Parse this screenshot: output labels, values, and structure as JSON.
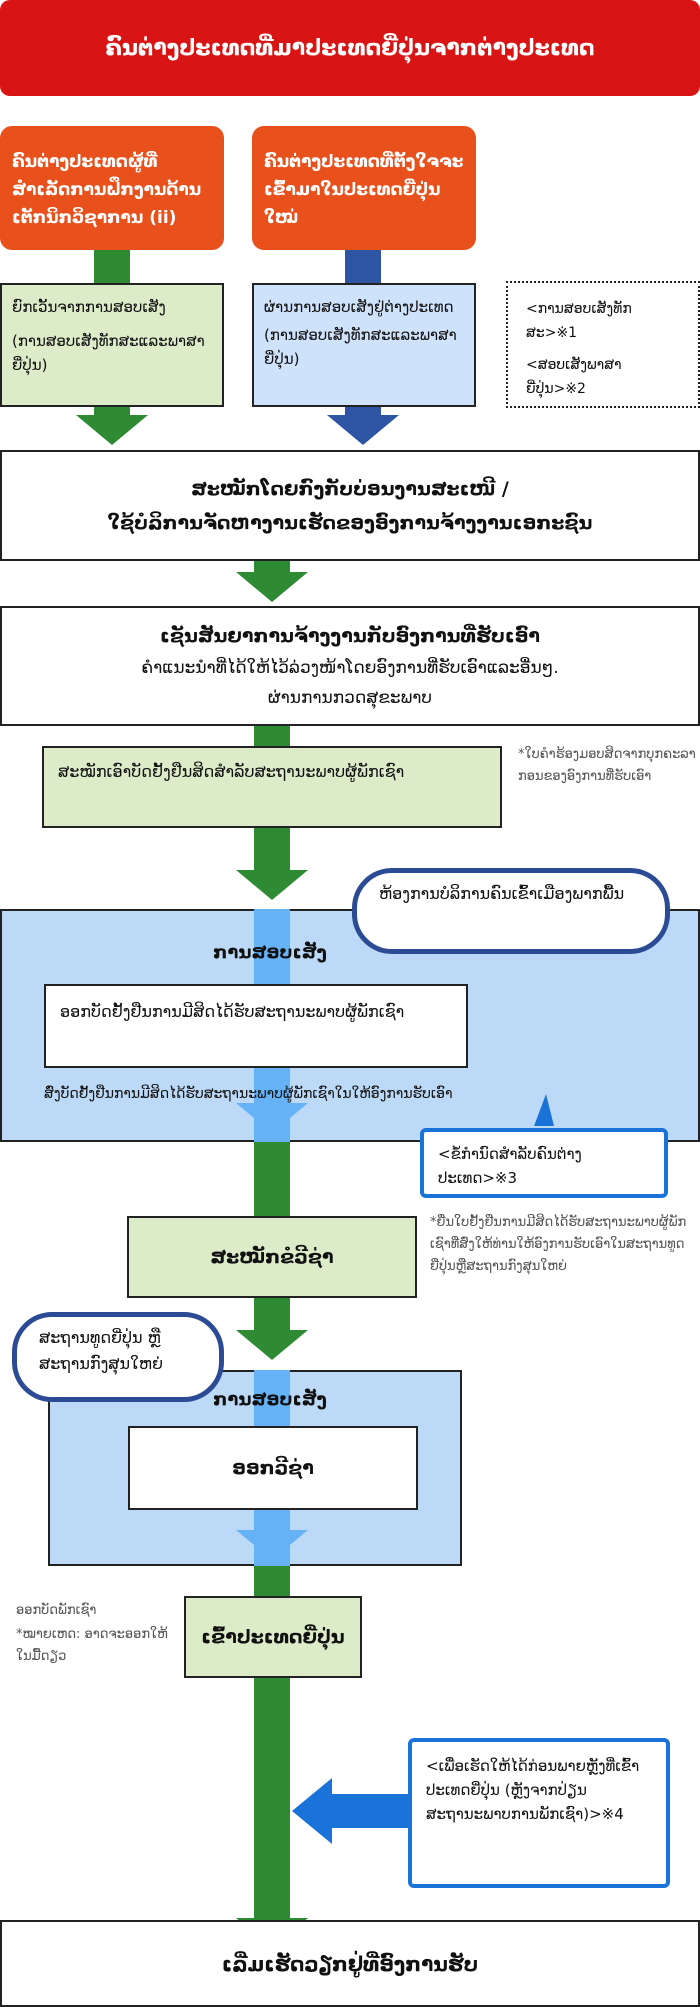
{
  "title": "ຄົນຕ່າງປະເທດທີ່ມາປະເທດຍີ່ປຸ່ນຈາກຕ່າງປະເທດ",
  "routes": {
    "left": {
      "header": "ຄົນຕ່າງປະເທດຜູ້ທີ່ສຳເລັດການຝຶກງານດ້ານເຕັກນິກວິຊາການ (ii)",
      "exam": "ຍົກເວັ້ນຈາກການສອບເສັງ",
      "exam_note": "(ການສອບເສັງທັກສະແລະພາສາຍີ່ປຸ່ນ)"
    },
    "right": {
      "header": "ຄົນຕ່າງປະເທດທີ່ຕັ້ງໃຈຈະເຂົ້າມາໃນປະເທດຍີ່ປຸ່ນໃໝ່",
      "exam": "ຜ່ານການສອບເສັງຢູ່ຕ່າງປະເທດ",
      "exam_note": "(ການສອບເສັງທັກສະແລະພາສາຍີ່ປຸ່ນ)"
    },
    "exam_legend": {
      "skills": "<ການສອບເສັງທັກສະ>※1",
      "language": "<ສອບເສັງພາສາຍີ່ປຸ່ນ>※2"
    }
  },
  "steps": {
    "apply": {
      "line1": "ສະໝັກໂດຍກົງກັບບ່ອນງານສະເໜີ /",
      "line2": "ໃຊ້ບໍລິການຈັດຫາງານເຮັດຂອງອົງການຈ້າງງານເອກະຊົນ"
    },
    "contract": {
      "line1": "ເຊັນສັນຍາການຈ້າງງານກັບອົງການທີ່ຮັບເອົາ",
      "line2": "ຄຳແນະນຳທີ່ໄດ້ໃຫ້ໄວ້ລ່ວງໜ້າໂດຍອົງການທີ່ຮັບເອົາແລະອື່ນໆ.",
      "line3": "ຜ່ານການກວດສຸຂະພາບ"
    },
    "coe_apply": "ສະໝັກເອົາບັດຢັ້ງຢືນສິດສຳລັບສະຖານະພາບຜູ້ພັກເຊົາ",
    "coe_apply_note": "*ໃບຄຳຮ້ອງມອບສິດຈາກບຸກຄະລາກອນຂອງອົງການທີ່ຮັບເອົາ",
    "immigration_bureau": "ຫ້ອງການບໍລິການຄົນເຂົ້າເມືອງພາກພື້ນ",
    "screening1": {
      "label": "ການສອບເສັງ",
      "issue": "ອອກບັດຢັ້ງຢືນການມີສິດໄດ້ຮັບສະຖານະພາບຜູ້ພັກເຊົາ",
      "send": "ສົ່ງບັດຢັ້ງຢືນການມີສິດໄດ້ຮັບສະຖານະພາບຜູ້ພັກເຊົາໃນໃຫ້ອົງການຮັບເອົາ"
    },
    "guide_callout": "<ຂໍ້ກຳນົດສຳລັບຄົນຕ່າງປະເທດ>※3",
    "visa_apply": "ສະໝັກຂໍວີຊ່າ",
    "visa_apply_note": "*ຍື່ນໃບຢັ້ງຢືນການມີສິດໄດ້ຮັບສະຖານະພາບຜູ້ພັກເຊົາທີ່ສົ່ງໃຫ້ທ່ານໃຫ້ອົງການຮັບເອົາໃນສະຖານທູດຍີ່ປຸ່ນຫຼືສະຖານກົງສຸນໃຫຍ່",
    "embassy": "ສະຖານທູດຍີ່ປຸ່ນ ຫຼື ສະຖານກົງສຸນໃຫຍ່",
    "screening2": {
      "label": "ການສອບເສັງ",
      "issue": "ອອກວີຊ່າ"
    },
    "entry": "ເຂົ້າປະເທດຍີ່ປຸ່ນ",
    "entry_note1": "ອອກບັດພັກເຊົາ",
    "entry_note2": "*ໝາຍເຫດ: ອາດຈະອອກໃຫ້ໃນມື້ດຽວ",
    "procedure_callout": "<ເພື່ອເຮັດໃຫ້ໄດ້ກ່ອນພາຍຫຼັງທີ່ເຂົ້າປະເທດຍີ່ປຸ່ນ (ຫຼັງຈາກປ່ຽນສະຖານະພາບການພັກເຊົາ)>※4",
    "start_work": "ເລີ່ມເຮັດວຽກຢູ່ທີ່ອົງການຮັບ"
  },
  "colors": {
    "title_red": "#d91414",
    "orange": "#e8501c",
    "green": "#2e8b34",
    "navy": "#2d55a3",
    "sky": "#66b2f7",
    "panel_blue": "#bcdaf8"
  }
}
